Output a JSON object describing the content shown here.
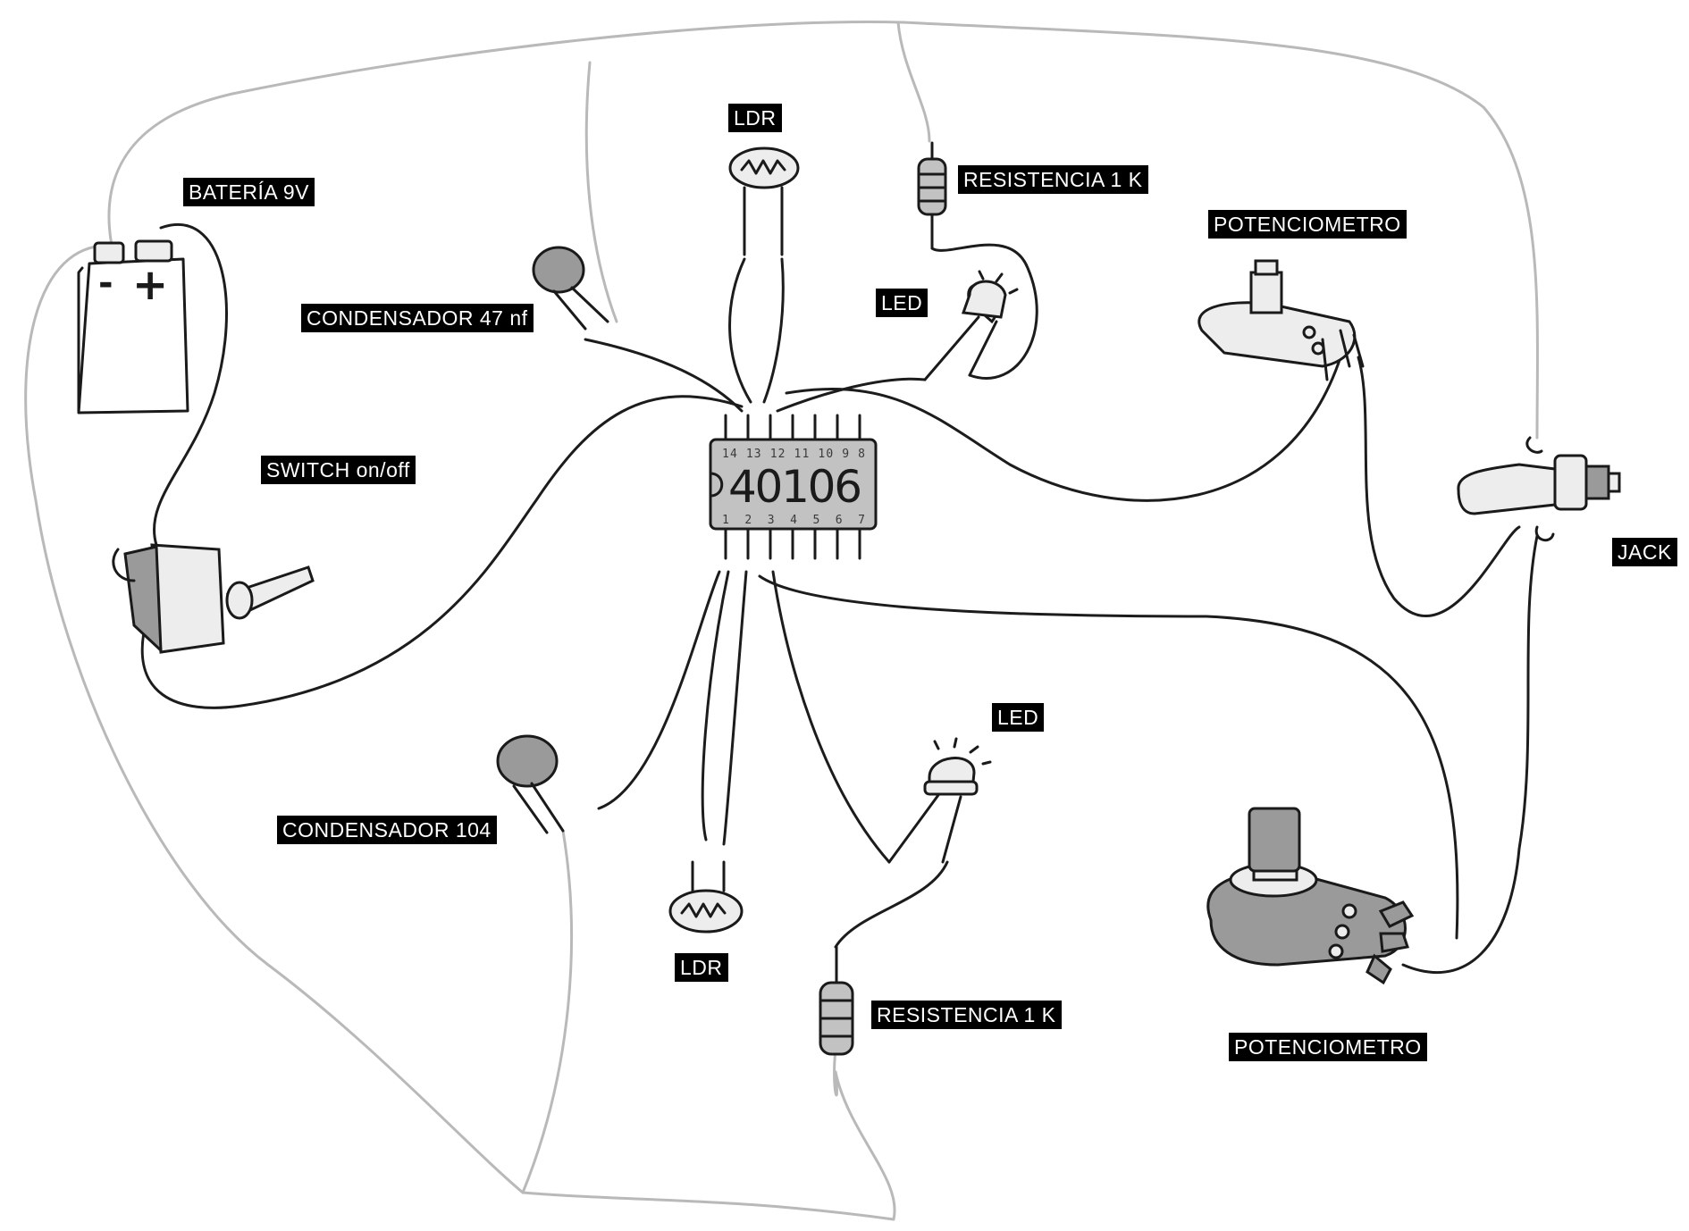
{
  "chip": {
    "part_number": "40106",
    "top_pins": "14 13 12 11 10 9 8",
    "bottom_pins": "1 2 3 4 5 6 7"
  },
  "battery": {
    "minus": "-",
    "plus": "+"
  },
  "labels": {
    "battery": "BATERÍA 9V",
    "ldr_top": "LDR",
    "resistor_top": "RESISTENCIA 1 K",
    "capacitor_47": "CONDENSADOR 47 nf",
    "led_top": "LED",
    "potentiometer_top": "POTENCIOMETRO",
    "switch": "SWITCH on/off",
    "jack": "JACK",
    "led_bottom": "LED",
    "capacitor_104": "CONDENSADOR 104",
    "ldr_bottom": "LDR",
    "resistor_bottom": "RESISTENCIA 1 K",
    "potentiometer_bottom": "POTENCIOMETRO"
  }
}
